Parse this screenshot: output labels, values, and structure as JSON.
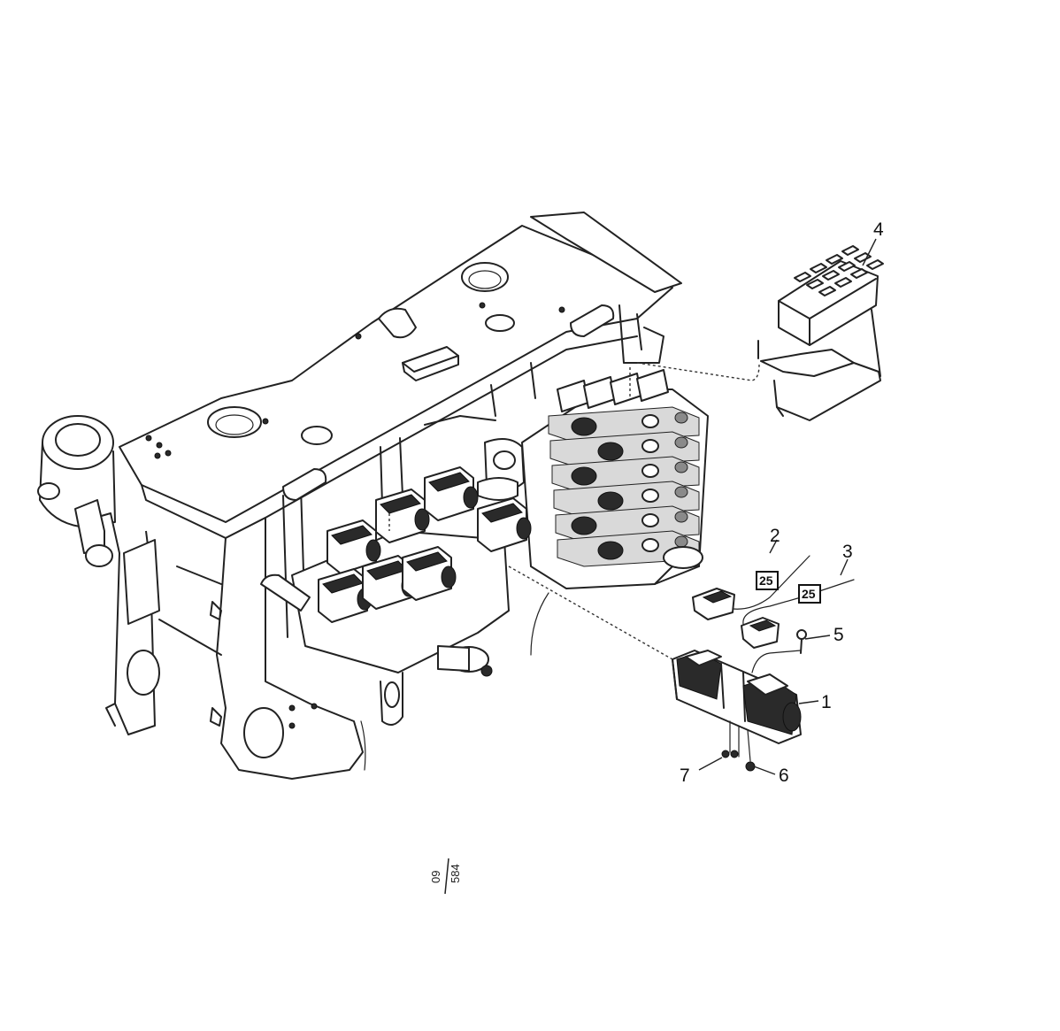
{
  "callouts": [
    {
      "id": "1",
      "label": "1"
    },
    {
      "id": "2",
      "label": "2"
    },
    {
      "id": "3",
      "label": "3"
    },
    {
      "id": "4",
      "label": "4"
    },
    {
      "id": "5",
      "label": "5"
    },
    {
      "id": "6",
      "label": "6"
    },
    {
      "id": "7",
      "label": "7"
    }
  ],
  "reference_boxes": [
    {
      "label": "25"
    },
    {
      "label": "25"
    }
  ],
  "document_ref": {
    "left": "09",
    "right": "584"
  }
}
